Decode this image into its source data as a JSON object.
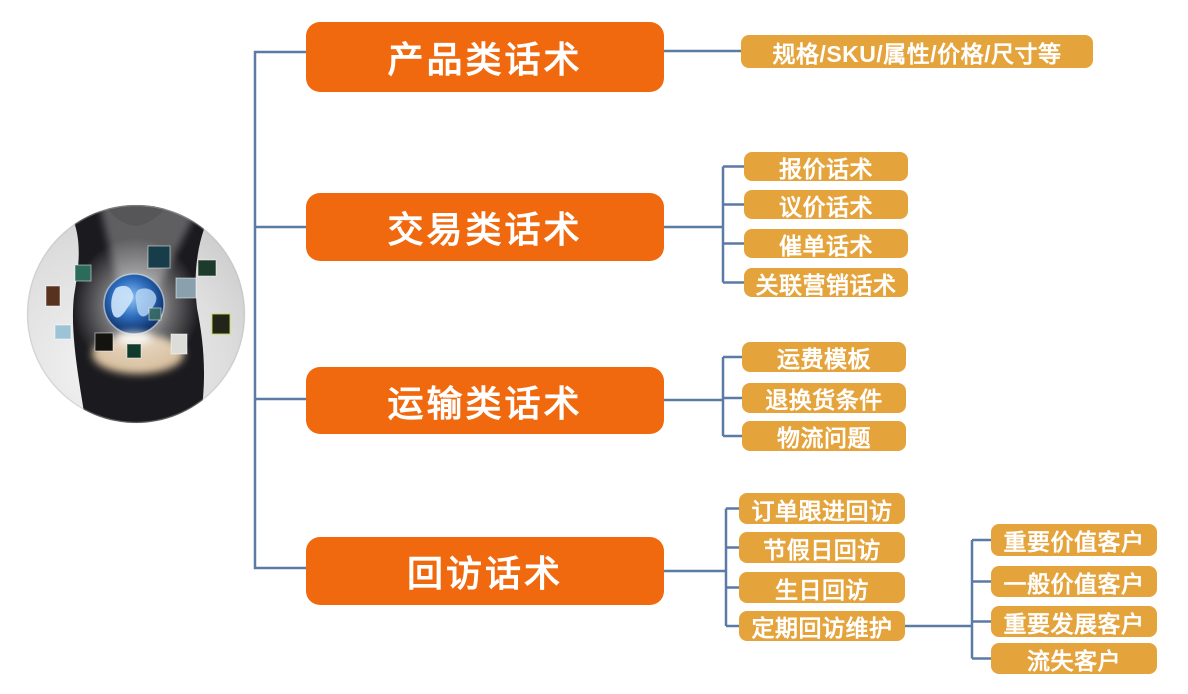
{
  "mindmap": {
    "branches": [
      {
        "label": "产品类话术",
        "children": [
          {
            "label": "规格/SKU/属性/价格/尺寸等"
          }
        ]
      },
      {
        "label": "交易类话术",
        "children": [
          {
            "label": "报价话术"
          },
          {
            "label": "议价话术"
          },
          {
            "label": "催单话术"
          },
          {
            "label": "关联营销话术"
          }
        ]
      },
      {
        "label": "运输类话术",
        "children": [
          {
            "label": "运费模板"
          },
          {
            "label": "退换货条件"
          },
          {
            "label": "物流问题"
          }
        ]
      },
      {
        "label": "回访话术",
        "children": [
          {
            "label": "订单跟进回访"
          },
          {
            "label": "节假日回访"
          },
          {
            "label": "生日回访"
          },
          {
            "label": "定期回访维护",
            "children": [
              {
                "label": "重要价值客户"
              },
              {
                "label": "一般价值客户"
              },
              {
                "label": "重要发展客户"
              },
              {
                "label": "流失客户"
              }
            ]
          }
        ]
      }
    ]
  },
  "root_image": {
    "description": "circular photo of a businessman in a dark suit holding a glowing blue digital globe surrounded by floating photo thumbnails"
  },
  "colors": {
    "branch_box": "#F1690F",
    "child_box": "#E5A33C",
    "connector": "#5B7AA6",
    "box_text": "#FFFFFF",
    "background": "#FFFFFF"
  }
}
